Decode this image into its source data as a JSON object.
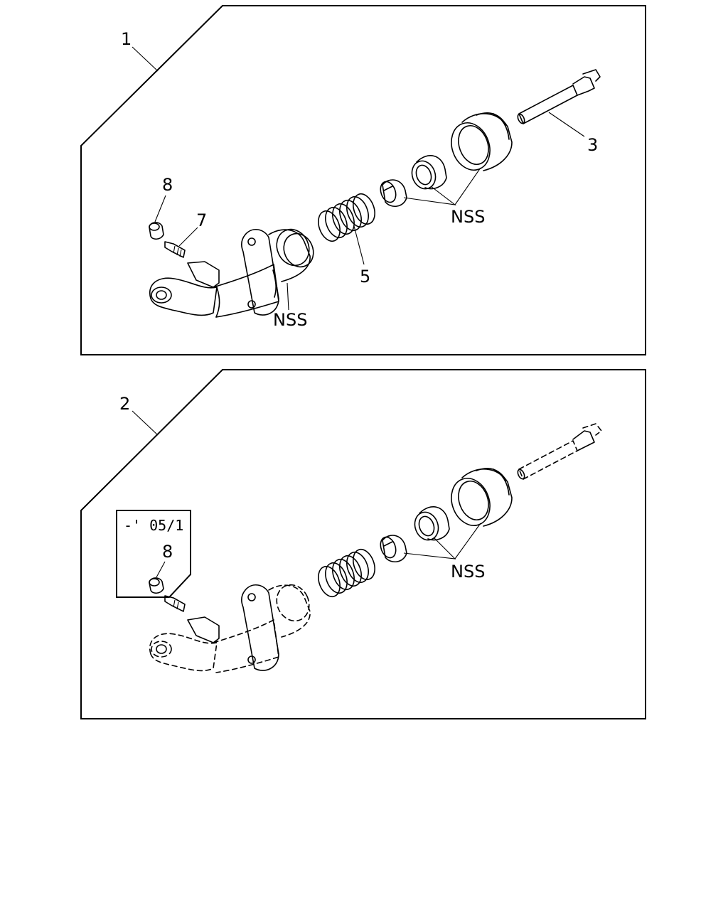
{
  "colors": {
    "line": "#000000",
    "background": "#ffffff"
  },
  "panel_top": {
    "assembly_label": "1",
    "labels": {
      "fitting_cap": "8",
      "bleeder_screw": "7",
      "spring": "5",
      "push_rod": "3",
      "seals_group": "NSS",
      "body_seal": "NSS"
    }
  },
  "panel_bottom": {
    "assembly_label": "2",
    "inset_note": "-' 05/1",
    "labels": {
      "fitting_cap": "8",
      "seals_group": "NSS"
    }
  }
}
